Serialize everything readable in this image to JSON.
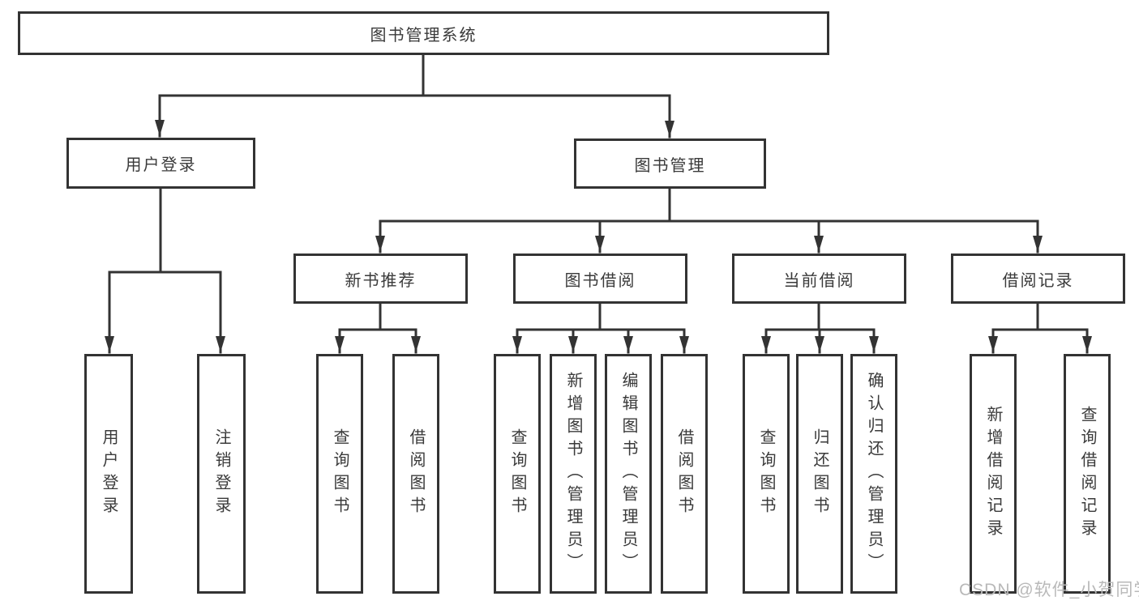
{
  "diagram": {
    "root": "图书管理系统",
    "level2": {
      "user_login": "用户登录",
      "book_management": "图书管理"
    },
    "level3": {
      "new_book_recommend": "新书推荐",
      "book_borrow": "图书借阅",
      "current_borrow": "当前借阅",
      "borrow_records": "借阅记录"
    },
    "leaves": {
      "user_login": "用户登录",
      "logout": "注销登录",
      "recommend_query_books": "查询图书",
      "recommend_borrow_books": "借阅图书",
      "borrow_query_books": "查询图书",
      "borrow_add_books": "新增图书（管理员）",
      "borrow_edit_books": "编辑图书（管理员）",
      "borrow_borrow_books": "借阅图书",
      "current_query_books": "查询图书",
      "current_return_books": "归还图书",
      "current_confirm_return": "确认归还（管理员）",
      "records_add_record": "新增借阅记录",
      "records_query_record": "查询借阅记录"
    }
  },
  "watermark": "CSDN @软件_小贺同学",
  "colors": {
    "line": "#333333",
    "text": "#3a3a3a",
    "box_background": "#ffffff",
    "watermark": "#b9b9b9"
  }
}
